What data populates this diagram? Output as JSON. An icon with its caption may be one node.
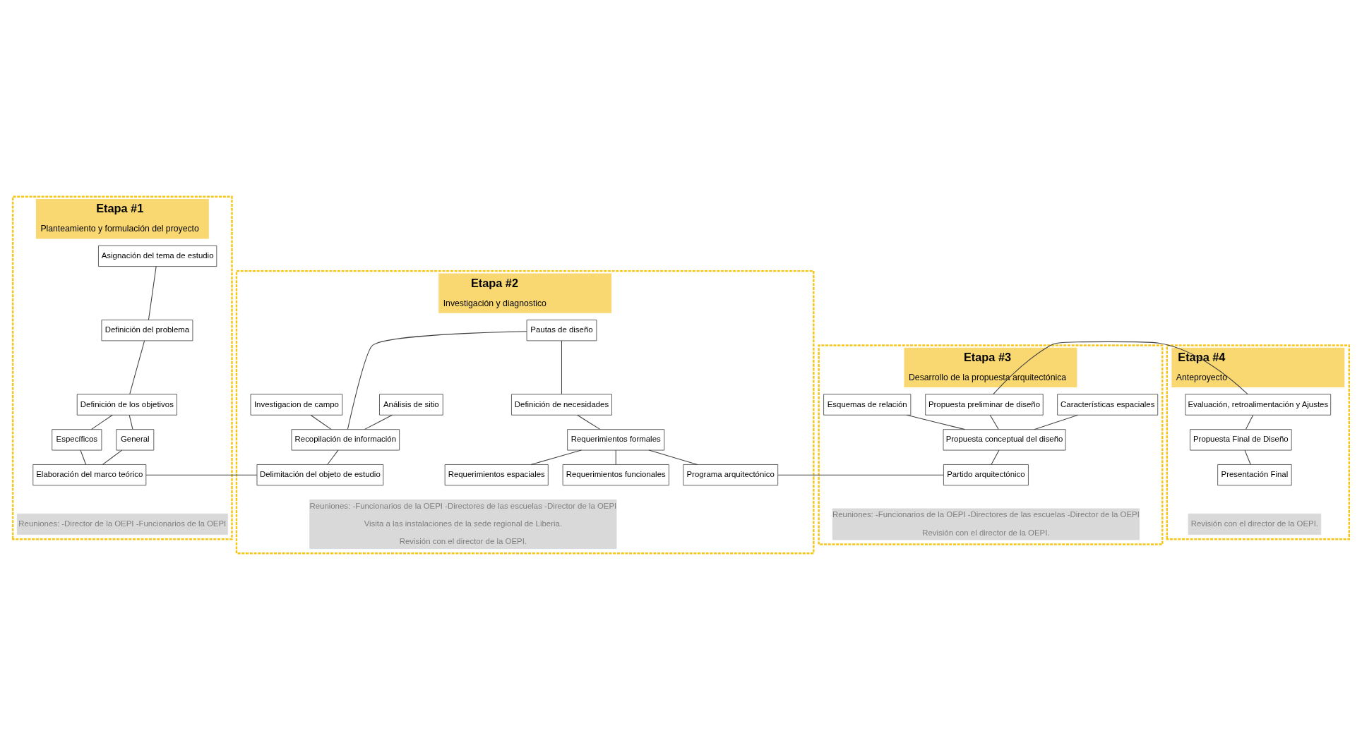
{
  "diagram": {
    "nodes": [
      {
        "text": [
          "Etapa #1",
          "Planteamiento y formulación del proyecto"
        ]
      },
      {
        "text": [
          "Etapa #2",
          "Investigación y diagnostico"
        ]
      },
      {
        "text": [
          "Etapa #3",
          "Desarrollo de la propuesta arquitectónica"
        ]
      },
      {
        "text": [
          "Etapa #4",
          "Anteproyecto"
        ]
      },
      {
        "text": [
          "Asignación del tema de estudio"
        ],
        "in": 0
      },
      {
        "text": [
          "Definición del problema"
        ],
        "in": 0
      },
      {
        "text": [
          "Definición de los objetivos"
        ],
        "in": 0
      },
      {
        "text": [
          "General"
        ],
        "in": 0
      },
      {
        "text": [
          "Específicos"
        ],
        "in": 0
      },
      {
        "text": [
          "Elaboración del marco teórico"
        ],
        "in": 0
      },
      {
        "text": [
          "Reuniones: -Director de la OEPI -Funcionarios de la OEPI"
        ],
        "in": 0
      },
      {
        "text": [
          "Pautas de diseño"
        ],
        "in": 1
      },
      {
        "text": [
          "Definición de necesidades"
        ],
        "in": 1
      },
      {
        "text": [
          "Análisis de sitio"
        ],
        "in": 1
      },
      {
        "text": [
          "Investigacion de campo"
        ],
        "in": 1
      },
      {
        "text": [
          "Requerimientos formales"
        ],
        "in": 1
      },
      {
        "text": [
          "Recopilación de información"
        ],
        "in": 1
      },
      {
        "text": [
          "Requerimientos espaciales"
        ],
        "in": 1
      },
      {
        "text": [
          "Requerimientos funcionales"
        ],
        "in": 1
      },
      {
        "text": [
          "Delimitación del objeto de estudio"
        ],
        "in": 1
      },
      {
        "text": [
          "Programa arquitectónico"
        ],
        "in": 1
      },
      {
        "text": [
          "Reuniones: -Funcionarios de la OEPI -Directores de las escuelas -Director de la OEPI",
          "Visita a las instalaciones de la sede regional de Liberia.",
          "Revisión con el director de la OEPI."
        ],
        "in": 1
      },
      {
        "text": [
          "Propuesta preliminar de diseño"
        ],
        "in": 2
      },
      {
        "text": [
          "Esquemas de relación"
        ],
        "in": 2
      },
      {
        "text": [
          "Características espaciales"
        ],
        "in": 2
      },
      {
        "text": [
          "Propuesta conceptual del diseño"
        ],
        "in": 2
      },
      {
        "text": [
          "Partido arquitectónico"
        ],
        "in": 2
      },
      {
        "text": [
          "Reuniones: -Funcionarios de la OEPI -Directores de las escuelas -Director de la OEPI",
          "Revisión con el director de la OEPI."
        ],
        "in": 2
      },
      {
        "text": [
          "Evaluación, retroalimentación y Ajustes"
        ],
        "in": 3
      },
      {
        "text": [
          "Propuesta Final de Diseño"
        ],
        "in": 3
      },
      {
        "text": [
          "Presentación Final"
        ],
        "in": 3
      },
      {
        "text": [
          "Revisión con el director de la OEPI."
        ],
        "in": 3
      }
    ],
    "edges": [
      {
        "from": 4,
        "to": 5,
        "arrow": "none"
      },
      {
        "from": 5,
        "to": 6,
        "arrow": "none"
      },
      {
        "from": 6,
        "to": 7,
        "arrow": "none"
      },
      {
        "from": 6,
        "to": 8,
        "arrow": "none"
      },
      {
        "from": 7,
        "to": 9,
        "arrow": "none"
      },
      {
        "from": 8,
        "to": 9,
        "arrow": "none"
      },
      {
        "from": 9,
        "to": 19,
        "arrow": "none"
      },
      {
        "from": 11,
        "to": 12,
        "arrow": "none"
      },
      {
        "from": 11,
        "to": 16,
        "arrow": "none"
      },
      {
        "from": 13,
        "to": 16,
        "arrow": "none"
      },
      {
        "from": 14,
        "to": 16,
        "arrow": "none"
      },
      {
        "from": 16,
        "to": 19,
        "arrow": "none"
      },
      {
        "from": 12,
        "to": 15,
        "arrow": "none"
      },
      {
        "from": 15,
        "to": 17,
        "arrow": "none"
      },
      {
        "from": 15,
        "to": 18,
        "arrow": "none"
      },
      {
        "from": 15,
        "to": 20,
        "arrow": "none"
      },
      {
        "from": 20,
        "to": 26,
        "arrow": "none"
      },
      {
        "from": 22,
        "to": 28,
        "arrow": "none"
      },
      {
        "from": 22,
        "to": 25,
        "arrow": "none"
      },
      {
        "from": 23,
        "to": 25,
        "arrow": "none"
      },
      {
        "from": 24,
        "to": 25,
        "arrow": "none"
      },
      {
        "from": 25,
        "to": 26,
        "arrow": "none"
      },
      {
        "from": 28,
        "to": 29,
        "arrow": "none"
      },
      {
        "from": 29,
        "to": 30,
        "arrow": "none"
      }
    ]
  }
}
